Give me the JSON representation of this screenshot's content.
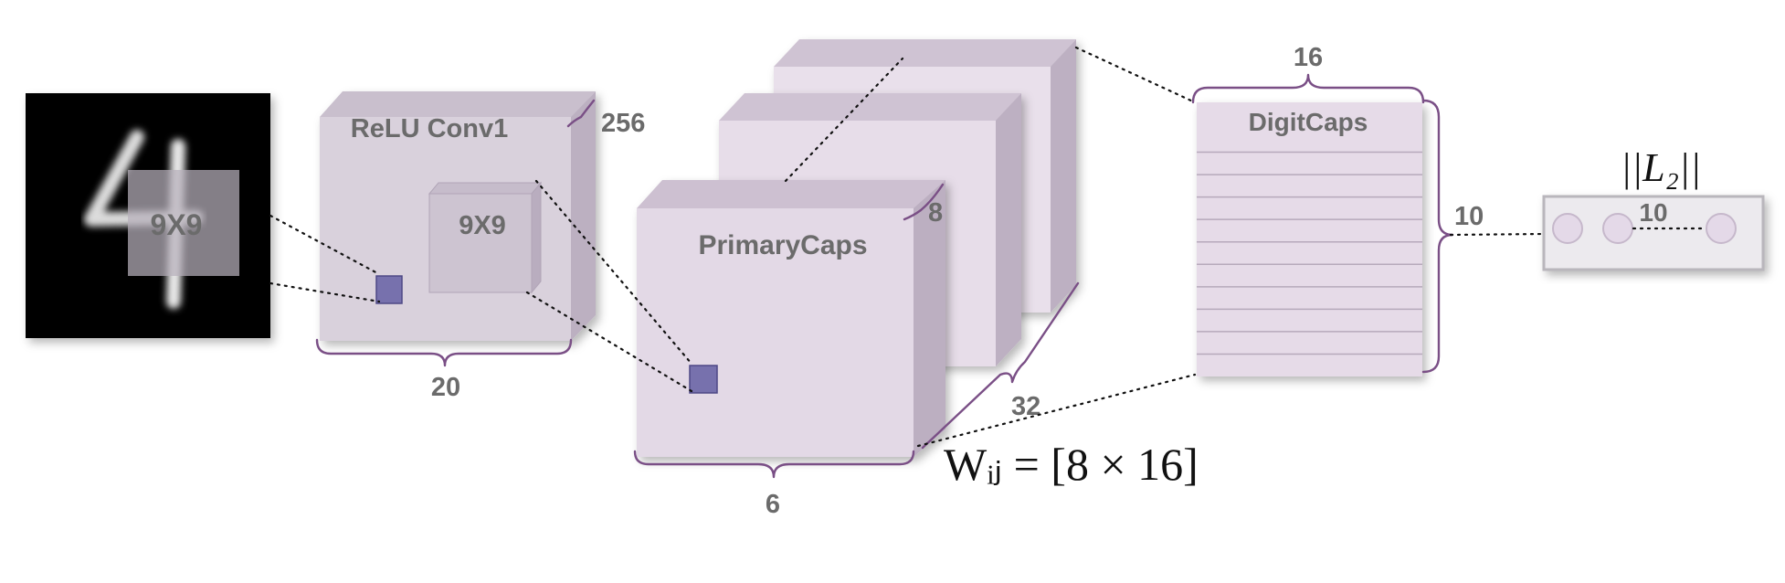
{
  "input_image": {
    "kernel_label": "9X9"
  },
  "conv1": {
    "title": "ReLU Conv1",
    "kernel_label": "9X9",
    "depth_label": "256",
    "width_label": "20"
  },
  "primary_caps": {
    "title": "PrimaryCaps",
    "depth_label": "8",
    "stack_label": "32",
    "width_label": "6"
  },
  "digit_caps": {
    "title": "DigitCaps",
    "width_label": "16",
    "height_label": "10",
    "row_count": 10
  },
  "output": {
    "norm_label": "||L₂||",
    "count_label": "10"
  },
  "weights_label": "Wᵢⱼ = [8 × 16]",
  "colors": {
    "block_face": "#d7cfdb",
    "block_top": "#c7bccc",
    "block_side": "#b8abbe",
    "caps_face": "#e6dbe8",
    "small_cube": "#7771ad",
    "brace": "#7a4f86",
    "label_gray": "#6b6b6b"
  }
}
